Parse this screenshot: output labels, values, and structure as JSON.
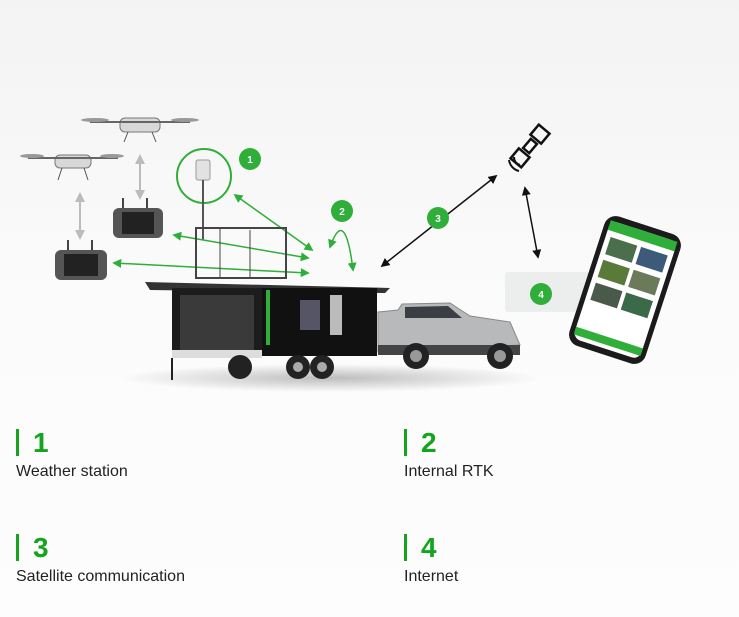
{
  "diagram": {
    "badges": [
      "1",
      "2",
      "3",
      "4"
    ],
    "colors": {
      "accent": "#14a51c",
      "arrow_green": "#2fae3a",
      "arrow_black": "#111111",
      "text": "#222222"
    }
  },
  "legend": [
    {
      "number": "1",
      "label": "Weather station"
    },
    {
      "number": "2",
      "label": "Internal RTK"
    },
    {
      "number": "3",
      "label": "Satellite communication"
    },
    {
      "number": "4",
      "label": "Internet"
    }
  ]
}
